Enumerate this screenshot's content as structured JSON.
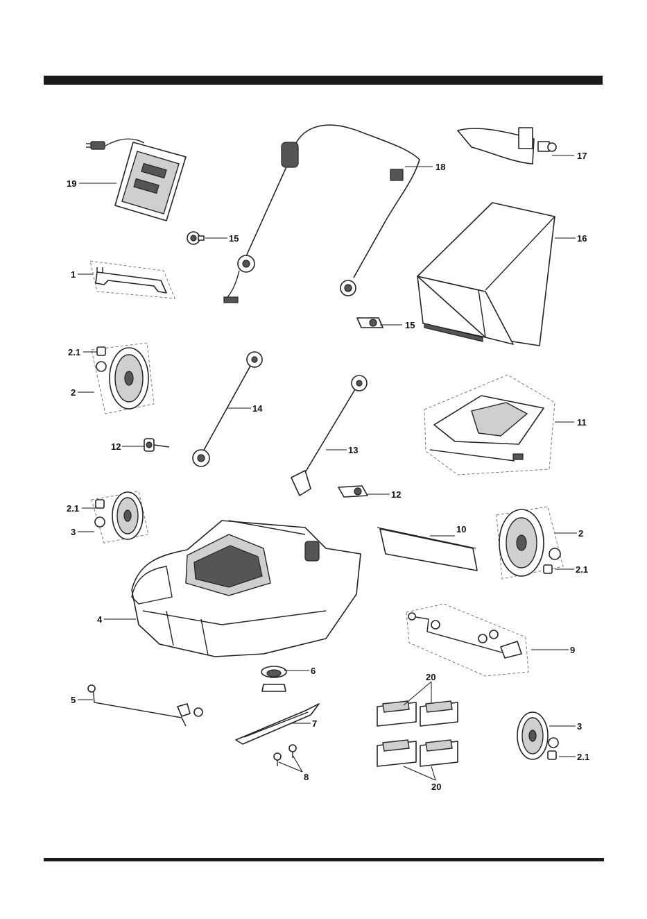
{
  "callouts": {
    "c19": "19",
    "c15a": "15",
    "c1": "1",
    "c18": "18",
    "c17": "17",
    "c16": "16",
    "c15b": "15",
    "c2_1a": "2.1",
    "c2a": "2",
    "c14": "14",
    "c12a": "12",
    "c13": "13",
    "c11": "11",
    "c12b": "12",
    "c2_1b": "2.1",
    "c3a": "3",
    "c10": "10",
    "c2b": "2",
    "c2_1c": "2.1",
    "c4": "4",
    "c9": "9",
    "c6": "6",
    "c20a": "20",
    "c5": "5",
    "c7": "7",
    "c3b": "3",
    "c8": "8",
    "c2_1d": "2.1",
    "c20b": "20"
  }
}
